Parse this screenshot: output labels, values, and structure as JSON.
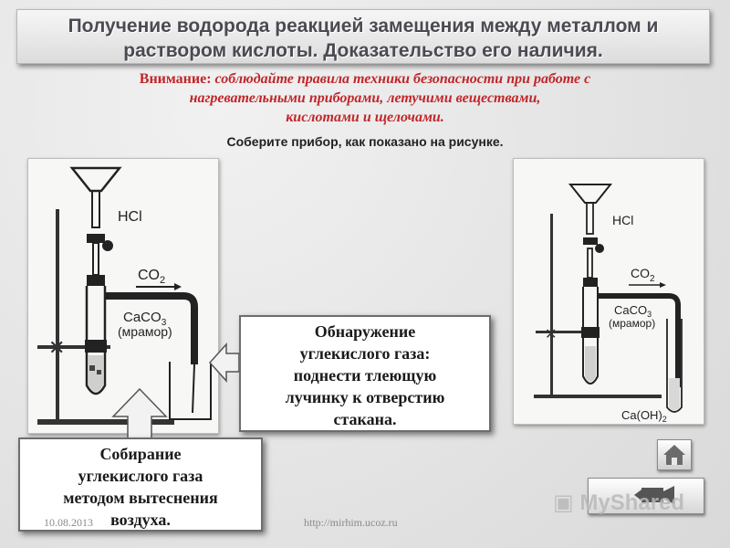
{
  "slide": {
    "title_line1": "Получение водорода реакцией замещения между металлом и",
    "title_line2": "раствором кислоты. Доказательство его наличия.",
    "warning_label": "Внимание:",
    "warning_line1": "соблюдайте правила техники безопасности при работе с",
    "warning_line2": "нагревательными приборами, летучими веществами,",
    "warning_line3": "кислотами и щелочами.",
    "instruction": "Соберите прибор, как показано на рисунке."
  },
  "left_figure": {
    "acid": "HCl",
    "gas": "CO",
    "gas_sub": "2",
    "solid_formula": "CaCO",
    "solid_sub": "3",
    "solid_name": "(мрамор)"
  },
  "right_figure": {
    "acid": "HCl",
    "gas": "CO",
    "gas_sub": "2",
    "solid_formula": "CaCO",
    "solid_sub": "3",
    "solid_name": "(мрамор)",
    "reagent": "Ca(OH)",
    "reagent_sub": "2"
  },
  "callouts": {
    "detect_line1": "Обнаружение",
    "detect_line2": "углекислого газа:",
    "detect_line3": "поднести тлеющую",
    "detect_line4": "лучинку к отверстию",
    "detect_line5": "стакана.",
    "collect_line1": "Собирание",
    "collect_line2": "углекислого газа",
    "collect_line3": "методом вытеснения",
    "collect_line4": "воздуха."
  },
  "footer": {
    "date": "10.08.2013",
    "url": "http://mirhim.ucoz.ru"
  },
  "watermark": "MyShared",
  "icons": {
    "home": "home-icon",
    "back": "return-icon"
  }
}
